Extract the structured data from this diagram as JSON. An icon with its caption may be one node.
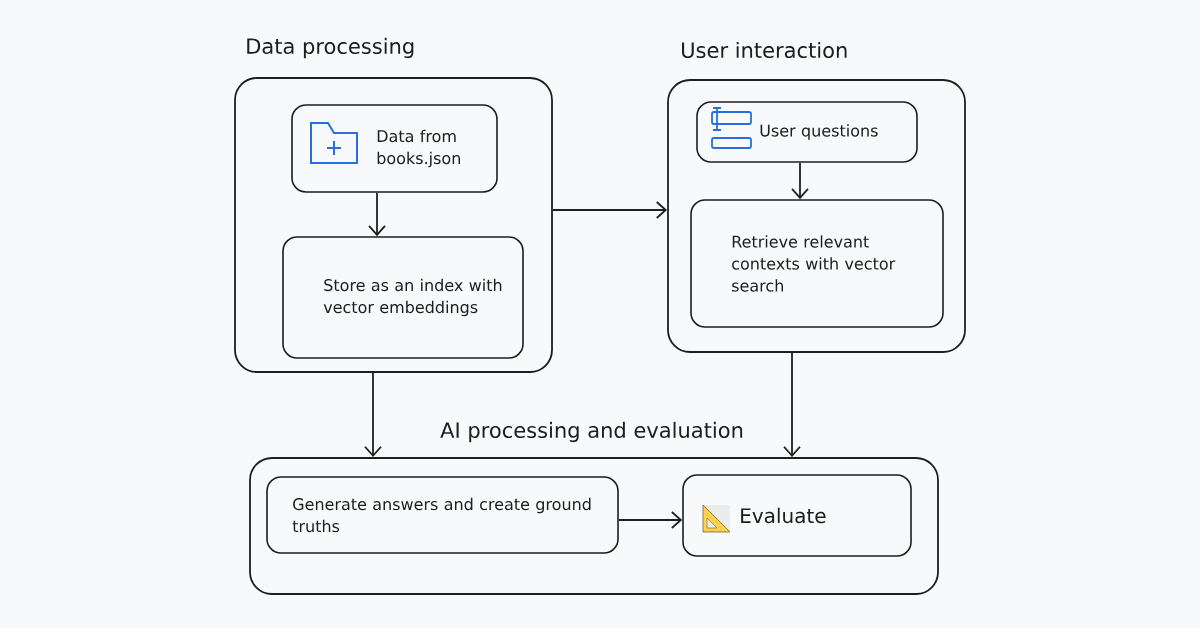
{
  "diagram": {
    "nodes": [
      {
        "text": [
          "Data processing"
        ]
      },
      {
        "text": [
          "Data from books.json"
        ],
        "in": 0
      },
      {
        "text": [
          "Store as an index with vector embeddings"
        ],
        "in": 0
      },
      {
        "text": [
          "User interaction"
        ]
      },
      {
        "text": [
          "User questions"
        ],
        "in": 3
      },
      {
        "text": [
          "Retrieve relevant contexts with vector search"
        ],
        "in": 3
      },
      {
        "text": [
          "AI processing and evaluation"
        ]
      },
      {
        "text": [
          "Generate answers and create ground truths"
        ],
        "in": 6
      },
      {
        "text": [
          "Evaluate"
        ],
        "in": 6
      }
    ],
    "edges": [
      {
        "from": 1,
        "to": 2,
        "arrow": "to"
      },
      {
        "from": 0,
        "to": 3,
        "arrow": "to"
      },
      {
        "from": 4,
        "to": 5,
        "arrow": "to"
      },
      {
        "from": 0,
        "to": 6,
        "arrow": "to"
      },
      {
        "from": 3,
        "to": 6,
        "arrow": "to"
      },
      {
        "from": 7,
        "to": 8,
        "arrow": "to"
      }
    ]
  }
}
